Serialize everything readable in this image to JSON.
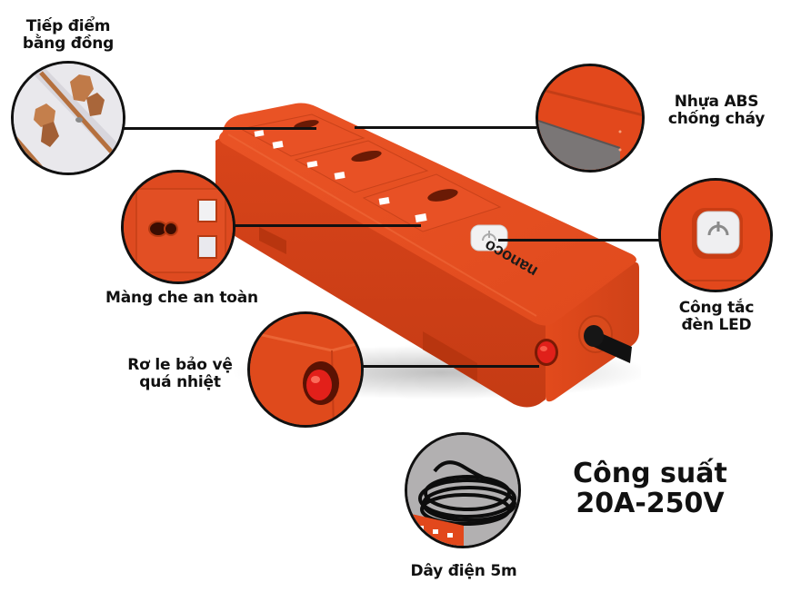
{
  "product": {
    "brand": "nanoco",
    "body_color": "#e2481c",
    "outline_color": "#111111"
  },
  "features": {
    "copper_contacts": {
      "line1": "Tiếp điểm",
      "line2": "bằng đồng"
    },
    "abs_plastic": {
      "line1": "Nhựa ABS",
      "line2": "chống cháy"
    },
    "safety_shutter": {
      "line1": "Màng che an toàn"
    },
    "led_switch": {
      "line1": "Công tắc",
      "line2": "đèn LED"
    },
    "thermal_relay": {
      "line1": "Rơ le bảo vệ",
      "line2": "quá nhiệt"
    },
    "cable": {
      "line1": "Dây điện 5m"
    }
  },
  "power_rating": {
    "line1": "Công suất",
    "line2": "20A-250V"
  },
  "icons": {
    "power": "power-icon",
    "socket": "universal-socket-icon"
  }
}
